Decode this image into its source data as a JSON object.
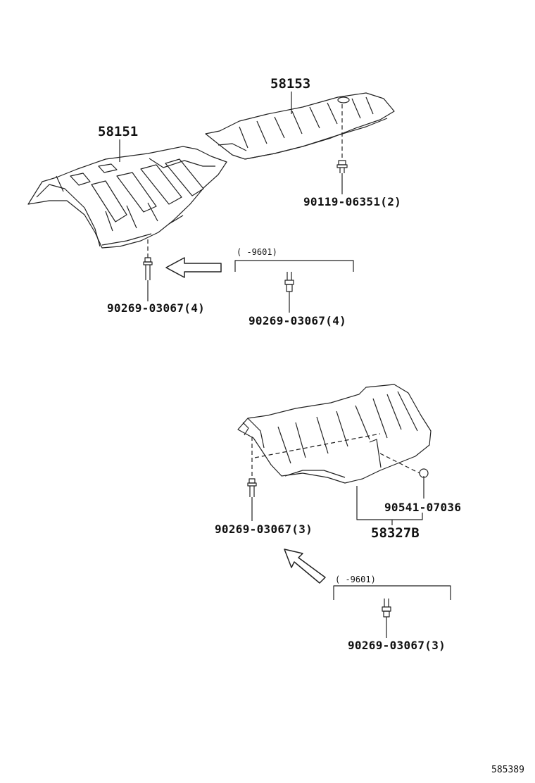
{
  "labels": {
    "upper_left_part": "58151",
    "upper_right_part": "58153",
    "bolt_upper_right": "90119-06351(2)",
    "bolt_upper_left": "90269-03067(4)",
    "inset_upper_date": "(      -9601)",
    "inset_upper_bolt": "90269-03067(4)",
    "lower_clip": "90541-07036",
    "lower_part": "58327B",
    "bolt_lower": "90269-03067(3)",
    "inset_lower_date": "(      -9601)",
    "inset_lower_bolt": "90269-03067(3)",
    "diagram_id": "585389"
  },
  "colors": {
    "line": "#222222",
    "background": "#ffffff"
  }
}
